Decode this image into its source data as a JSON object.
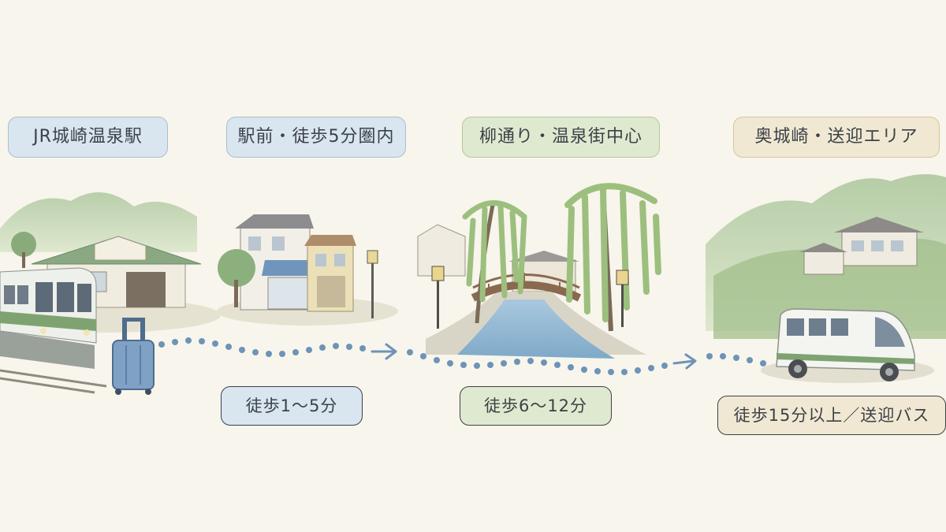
{
  "stations": [
    {
      "name": "JR城崎温泉駅"
    },
    {
      "name": "駅前・徒歩5分圏内"
    },
    {
      "name": "柳通り・温泉街中心"
    },
    {
      "name": "奥城崎・送迎エリア"
    }
  ],
  "walk_times": [
    {
      "label": "徒歩1〜5分"
    },
    {
      "label": "徒歩6〜12分"
    },
    {
      "label": "徒歩15分以上／送迎バス"
    }
  ],
  "colors": {
    "blue_tag": "#d9e5ef",
    "green_tag": "#dfe9cf",
    "beige_tag": "#f0e8d2",
    "path_dots": "#6e93b8"
  },
  "icons": [
    "train-icon",
    "station-building-icon",
    "suitcase-icon",
    "townhouse-icon",
    "street-lamp-icon",
    "willow-tree-icon",
    "arched-bridge-icon",
    "river-icon",
    "ryokan-icon",
    "shuttle-bus-icon",
    "arrow-right-icon"
  ]
}
